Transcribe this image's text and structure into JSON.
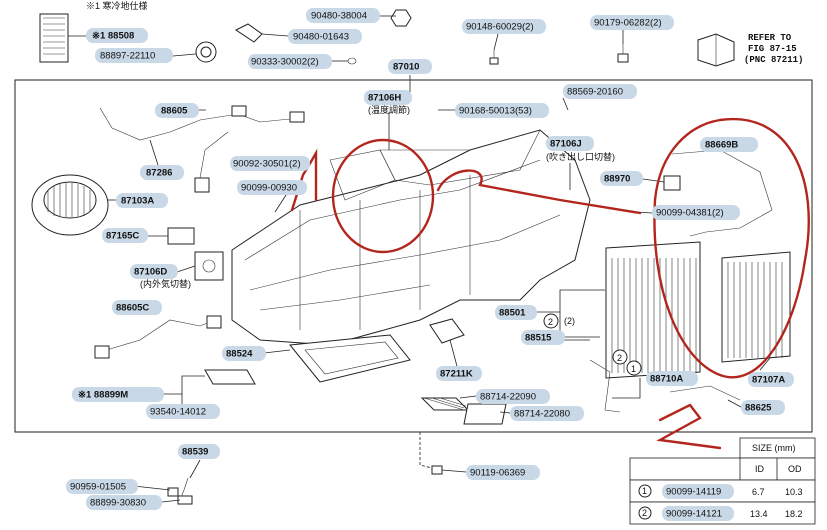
{
  "notes": {
    "top_note": "※1 寒冷地仕様",
    "refer": [
      "REFER TO",
      "FIG 87-15",
      "(PNC 87211)"
    ]
  },
  "labels": {
    "p88508": "※1 88508",
    "p88897_22110": "88897-22110",
    "p90480_38004": "90480-38004",
    "p90480_01643": "90480-01643",
    "p90333_30002": "90333-30002(2)",
    "p87010": "87010",
    "p90148_60029": "90148-60029(2)",
    "p90179_06282": "90179-06282(2)",
    "p88605": "88605",
    "p87286": "87286",
    "p87106H": "87106H",
    "p87106H_sub": "(温度調節)",
    "p90168_50013": "90168-50013(53)",
    "p88569_20160": "88569-20160",
    "p87106J": "87106J",
    "p87106J_sub": "(吹き出し口切替)",
    "p88669B": "88669B",
    "p90092_30501": "90092-30501(2)",
    "p90099_00930": "90099-00930",
    "p87103A": "87103A",
    "p88970": "88970",
    "p90099_04381": "90099-04381(2)",
    "p87165C": "87165C",
    "p87106D": "87106D",
    "p87106D_sub": "(内外気切替)",
    "p88605C": "88605C",
    "p88501": "88501",
    "p2a": "(2)",
    "p88515": "88515",
    "p88524": "88524",
    "p87211K": "87211K",
    "p88899M": "※1 88899M",
    "p93540_14012": "93540-14012",
    "p88714_22090": "88714-22090",
    "p88714_22080": "88714-22080",
    "p88710A": "88710A",
    "p87107A": "87107A",
    "p88625": "88625",
    "p88539": "88539",
    "p90959_01505": "90959-01505",
    "p88899_30830": "88899-30830",
    "p90119_06369": "90119-06369"
  },
  "size_table": {
    "title": "SIZE (mm)",
    "headers": [
      "",
      "ID",
      "OD"
    ],
    "rows": [
      {
        "key": "1",
        "part": "90099-14119",
        "id": "6.7",
        "od": "10.3"
      },
      {
        "key": "2",
        "part": "90099-14121",
        "id": "13.4",
        "od": "18.2"
      }
    ]
  },
  "callouts": {
    "one": "1",
    "two": "2"
  }
}
